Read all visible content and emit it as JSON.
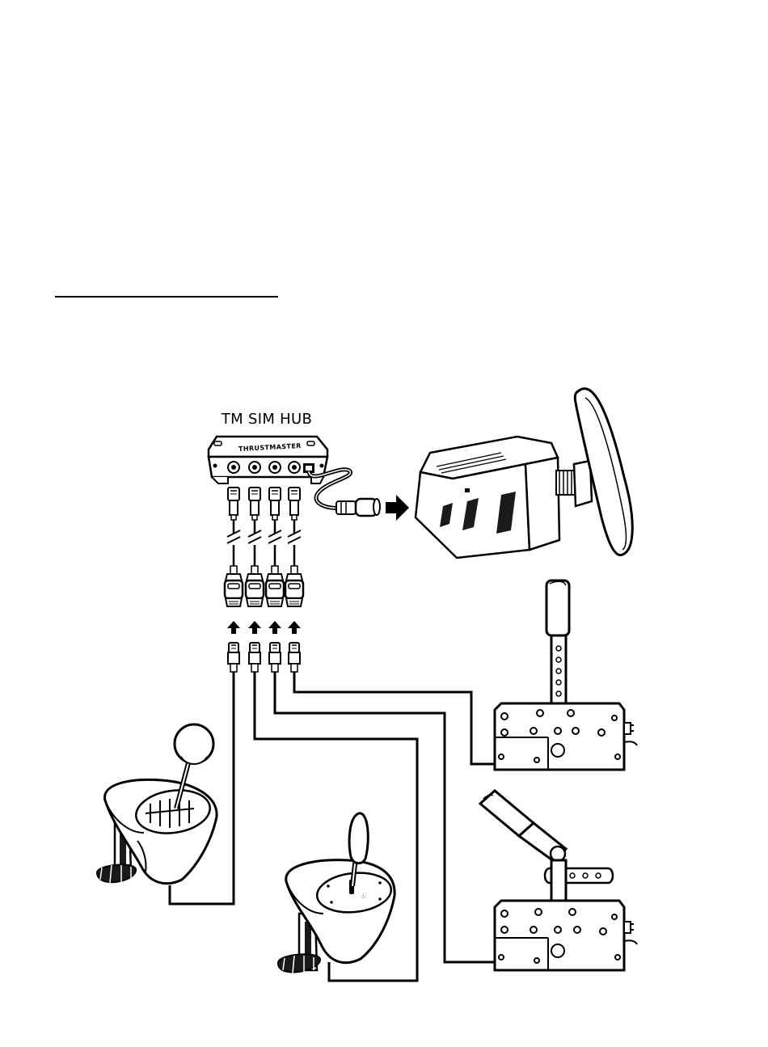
{
  "hub": {
    "label": "TM SIM HUB",
    "brand": "THRUSTMASTER"
  },
  "colors": {
    "line": "#000000",
    "fill": "#ffffff",
    "shade": "#1a1a1a"
  },
  "devices": [
    {
      "id": "h-shifter",
      "icon": "shifter-knob-icon"
    },
    {
      "id": "sequential-shifter",
      "icon": "sequential-shifter-icon"
    },
    {
      "id": "handbrake-vertical",
      "icon": "handbrake-vertical-icon"
    },
    {
      "id": "handbrake-angled",
      "icon": "handbrake-angled-icon"
    },
    {
      "id": "wheel-base",
      "icon": "racing-wheel-icon"
    }
  ]
}
